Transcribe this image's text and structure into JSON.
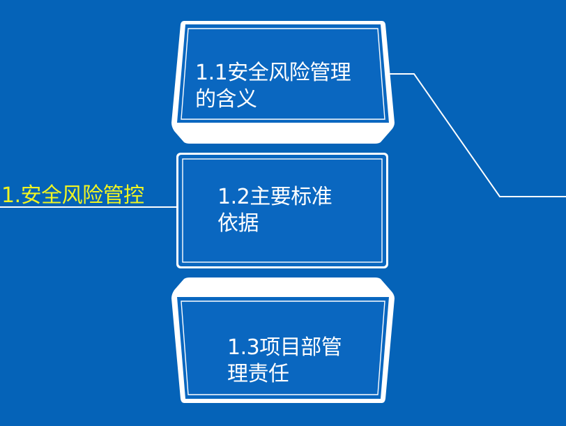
{
  "side_topic": {
    "label": "1.安全风险管控"
  },
  "boxes": [
    {
      "label": "1.1安全风险管理\n的含义"
    },
    {
      "label": "1.2主要标准\n依据"
    },
    {
      "label": "1.3项目部管\n理责任"
    }
  ],
  "colors": {
    "background": "#0563b8",
    "box_fill": "#0a67c0",
    "outline": "#ffffff",
    "side_label": "#f1f521"
  }
}
